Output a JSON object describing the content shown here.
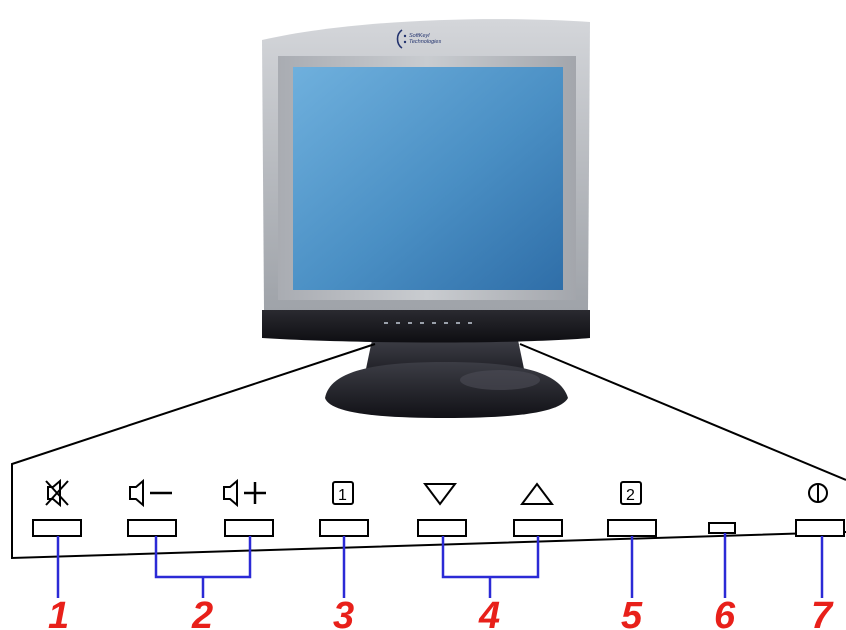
{
  "brand": {
    "line1": "SoftKeyl",
    "line2": "Technologies"
  },
  "colors": {
    "callout_number": "#e8201a",
    "connector_line": "#2b2ad6",
    "bezel": "#b9bcc1",
    "screen": "#4e94c8",
    "base": "#1c1c22"
  },
  "buttons": [
    {
      "number": "1",
      "icon": "mute-icon",
      "function": "mute"
    },
    {
      "number": "2",
      "icon": "volume-down-icon",
      "function": "volume down"
    },
    {
      "number": "2",
      "icon": "volume-up-icon",
      "function": "volume up"
    },
    {
      "number": "3",
      "icon": "input-1-icon",
      "function": "input 1"
    },
    {
      "number": "4",
      "icon": "arrow-down-icon",
      "function": "down"
    },
    {
      "number": "4",
      "icon": "arrow-up-icon",
      "function": "up"
    },
    {
      "number": "5",
      "icon": "input-2-icon",
      "function": "input 2"
    },
    {
      "number": "6",
      "icon": "power-led",
      "function": "led indicator"
    },
    {
      "number": "7",
      "icon": "power-icon",
      "function": "power"
    }
  ],
  "callouts": [
    "1",
    "2",
    "3",
    "4",
    "5",
    "6",
    "7"
  ]
}
